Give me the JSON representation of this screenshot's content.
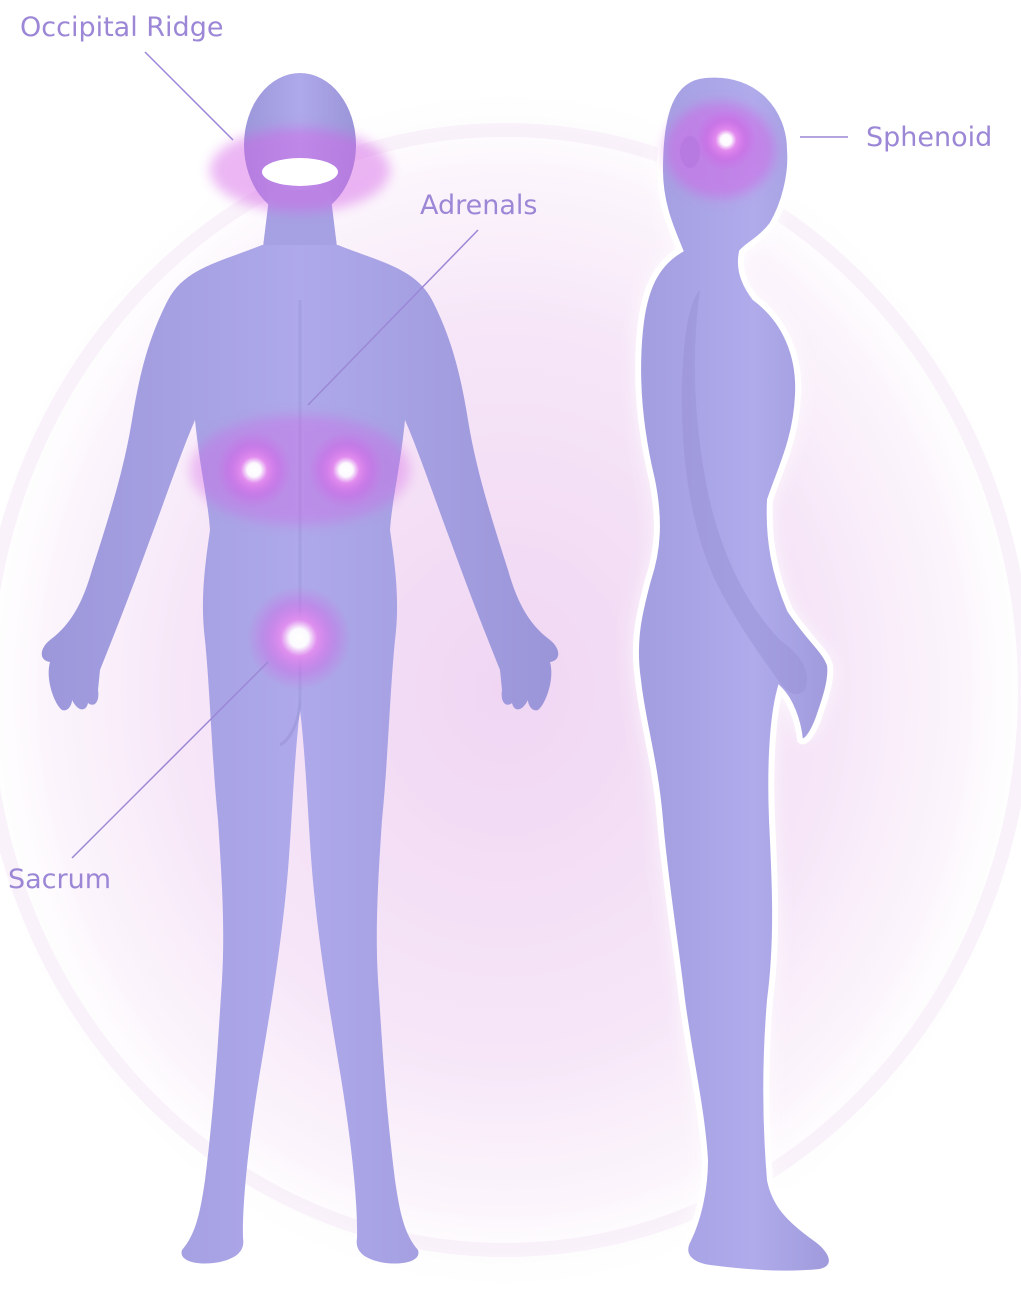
{
  "diagram": {
    "labels": {
      "occipital_ridge": "Occipital Ridge",
      "sphenoid": "Sphenoid",
      "adrenals": "Adrenals",
      "sacrum": "Sacrum"
    },
    "colors": {
      "label_text": "#9b87d6",
      "leader_line": "#9b87d6",
      "body_fill": "#aaa5e6",
      "body_shade": "#9590d6",
      "glow": "#d45ee6",
      "aura": "#f3dff5",
      "hotspot_core": "#ffffff"
    },
    "figures": [
      "back-view-figure",
      "side-view-figure"
    ]
  }
}
